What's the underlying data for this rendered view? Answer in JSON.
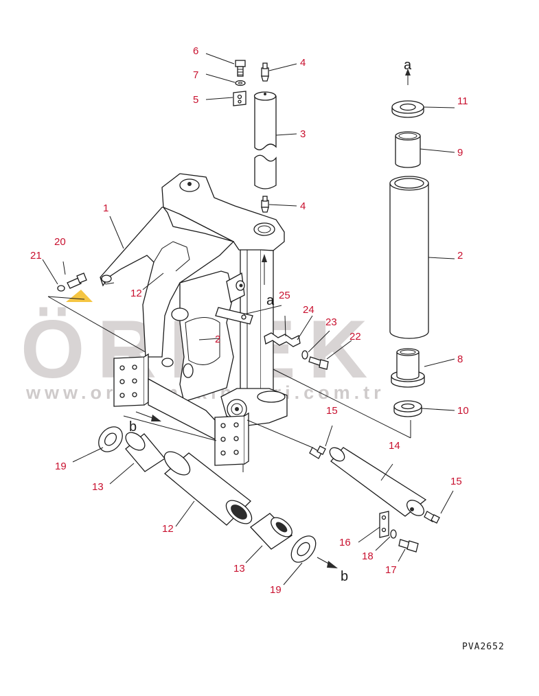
{
  "drawing_code": "PVA2652",
  "watermark": {
    "brand": "ÖRNEK",
    "url": "www.ornekmakinalari.com.tr"
  },
  "view_arrows": {
    "a": "a",
    "b": "b"
  },
  "callouts": [
    {
      "id": "c1",
      "label": "1"
    },
    {
      "id": "c2-right",
      "label": "2"
    },
    {
      "id": "c2-frame",
      "label": "2"
    },
    {
      "id": "c3",
      "label": "3"
    },
    {
      "id": "c4-top",
      "label": "4"
    },
    {
      "id": "c4-bottom",
      "label": "4"
    },
    {
      "id": "c5",
      "label": "5"
    },
    {
      "id": "c6",
      "label": "6"
    },
    {
      "id": "c7",
      "label": "7"
    },
    {
      "id": "c8",
      "label": "8"
    },
    {
      "id": "c9",
      "label": "9"
    },
    {
      "id": "c10",
      "label": "10"
    },
    {
      "id": "c11",
      "label": "11"
    },
    {
      "id": "c12-frame",
      "label": "12"
    },
    {
      "id": "c12-bottom",
      "label": "12"
    },
    {
      "id": "c13-left",
      "label": "13"
    },
    {
      "id": "c13-right",
      "label": "13"
    },
    {
      "id": "c14",
      "label": "14"
    },
    {
      "id": "c15-center",
      "label": "15"
    },
    {
      "id": "c15-right",
      "label": "15"
    },
    {
      "id": "c16",
      "label": "16"
    },
    {
      "id": "c17",
      "label": "17"
    },
    {
      "id": "c18",
      "label": "18"
    },
    {
      "id": "c19-left",
      "label": "19"
    },
    {
      "id": "c19-right",
      "label": "19"
    },
    {
      "id": "c20",
      "label": "20"
    },
    {
      "id": "c21",
      "label": "21"
    },
    {
      "id": "c22",
      "label": "22"
    },
    {
      "id": "c23",
      "label": "23"
    },
    {
      "id": "c24",
      "label": "24"
    },
    {
      "id": "c25",
      "label": "25"
    }
  ]
}
